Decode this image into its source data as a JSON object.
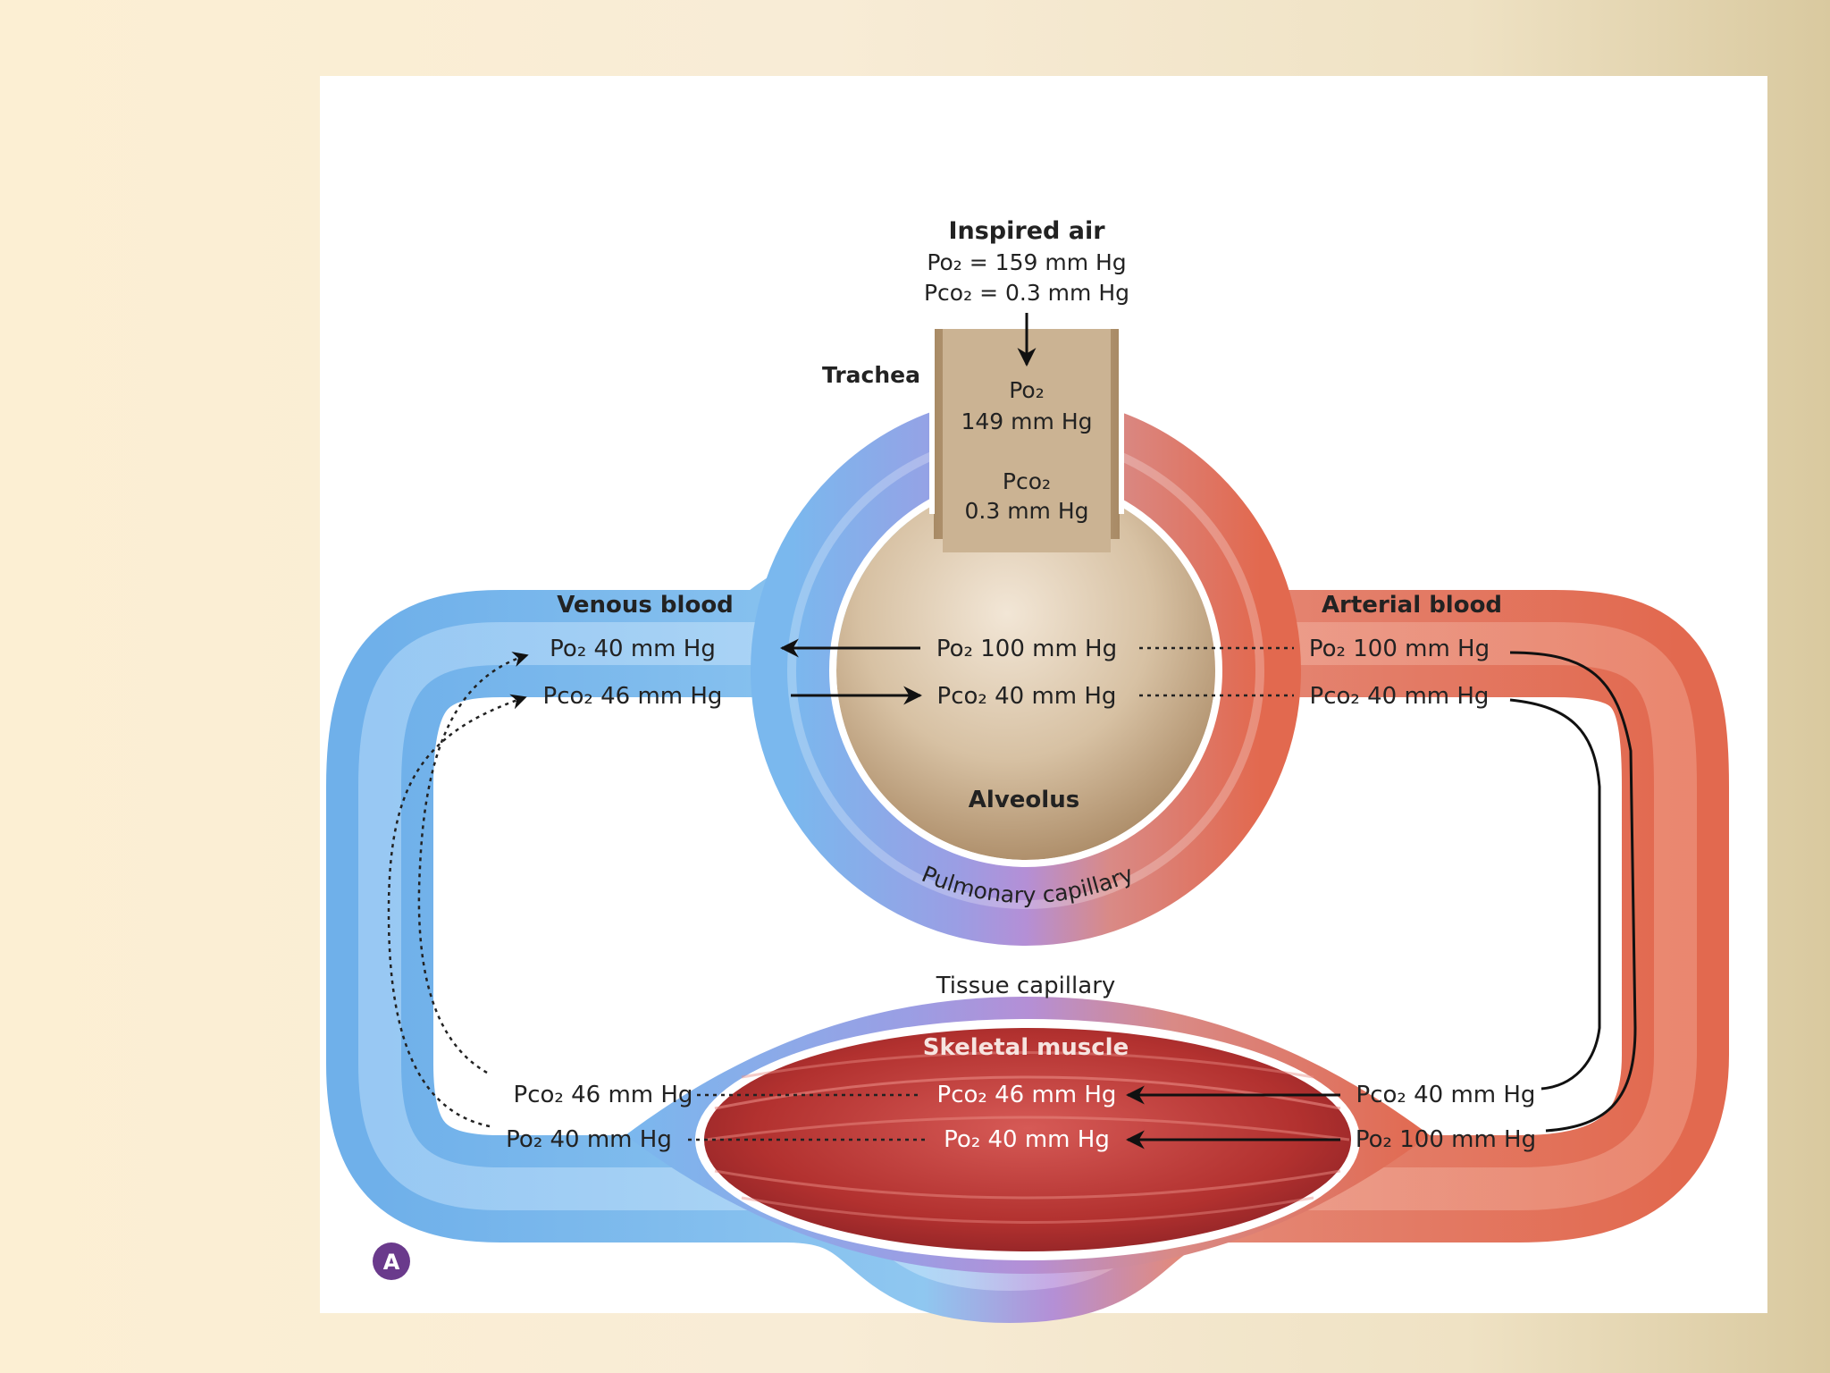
{
  "inspired": {
    "title": "Inspired air",
    "po2": "Po₂ = 159 mm Hg",
    "pco2": "Pco₂ = 0.3 mm Hg"
  },
  "trachea": {
    "label": "Trachea",
    "po2_name": "Po₂",
    "po2_value": "149 mm Hg",
    "pco2_name": "Pco₂",
    "pco2_value": "0.3 mm Hg"
  },
  "alveolus": {
    "label": "Alveolus",
    "po2": "Po₂ 100 mm Hg",
    "pco2": "Pco₂ 40 mm Hg"
  },
  "venous": {
    "title": "Venous blood",
    "po2": "Po₂ 40 mm Hg",
    "pco2": "Pco₂ 46 mm Hg"
  },
  "arterial": {
    "title": "Arterial blood",
    "po2": "Po₂ 100 mm Hg",
    "pco2": "Pco₂ 40 mm Hg"
  },
  "pulmonary_capillary": "Pulmonary capillary",
  "tissue_capillary": "Tissue capillary",
  "muscle": {
    "label": "Skeletal muscle",
    "pco2": "Pco₂ 46 mm Hg",
    "po2": "Po₂ 40 mm Hg"
  },
  "tissue_venous": {
    "pco2": "Pco₂ 46 mm Hg",
    "po2": "Po₂ 40 mm Hg"
  },
  "tissue_arterial": {
    "pco2": "Pco₂ 40 mm Hg",
    "po2": "Po₂ 100 mm Hg"
  },
  "panel_badge": "A",
  "colors": {
    "venous": "#79b4e8",
    "arterial": "#e0745a",
    "pulmonary": "#b58fd6",
    "alveolus": "#c3a786",
    "muscle": "#b8343a"
  }
}
